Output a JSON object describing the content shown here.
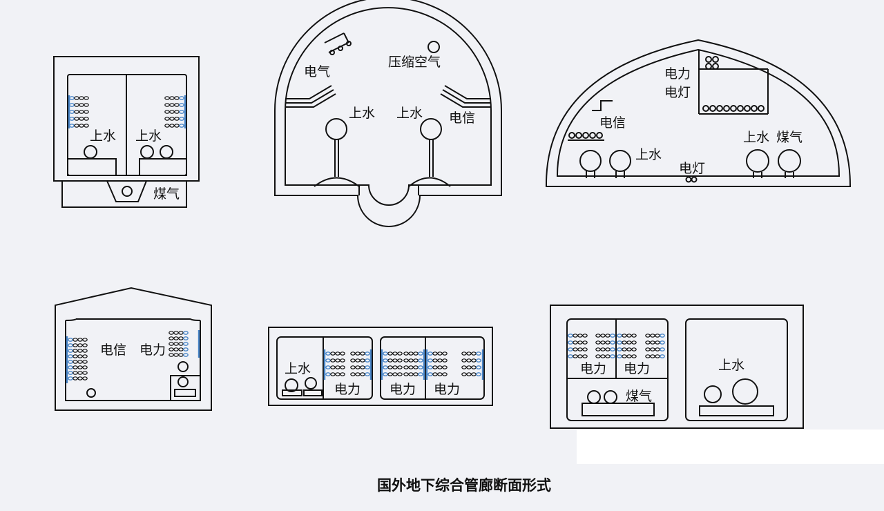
{
  "caption": "国外地下综合管廊断面形式",
  "colors": {
    "line": "#111111",
    "cable_blue": "#4a86c8",
    "paper": "#f1f2f6"
  },
  "panels": {
    "p1": {
      "label_water_left": "上水",
      "label_water_right": "上水",
      "label_gas": "煤气"
    },
    "p2": {
      "label_electric_gas": "电气",
      "label_compressed_air": "压缩空气",
      "label_water_left": "上水",
      "label_water_right": "上水",
      "label_telecom": "电信"
    },
    "p3": {
      "label_power": "电力",
      "label_lamp": "电灯",
      "label_telecom": "电信",
      "label_water_left": "上水",
      "label_water_right": "上水",
      "label_gas": "煤气",
      "label_lamp_bottom": "电灯"
    },
    "p4": {
      "label_telecom": "电信",
      "label_power": "电力"
    },
    "p5": {
      "label_water": "上水",
      "label_power_1": "电力",
      "label_power_2": "电力",
      "label_power_3": "电力"
    },
    "p6": {
      "label_power_1": "电力",
      "label_power_2": "电力",
      "label_gas": "煤气",
      "label_water": "上水"
    }
  }
}
